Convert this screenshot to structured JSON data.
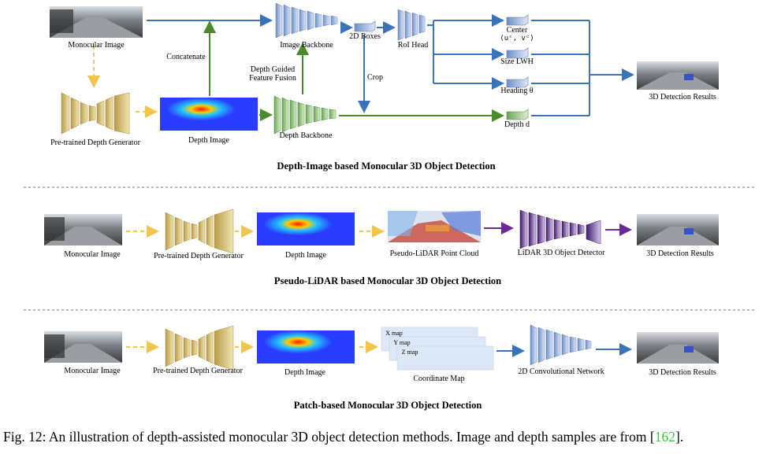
{
  "section1": {
    "title": "Depth-Image based Monocular 3D Object Detection",
    "monocular_image": "Monocular Image",
    "concatenate": "Concatenate",
    "image_backbone": "Image Backbone",
    "boxes_2d": "2D Boxes",
    "roi_head": "RoI Head",
    "crop": "Crop",
    "depth_guided": "Depth Guided",
    "feature_fusion": "Feature Fusion",
    "depth_generator": "Pre-trained Depth Generator",
    "depth_image": "Depth Image",
    "depth_backbone": "Depth Backbone",
    "center": "Center",
    "center_sym": "(u",
    "center_sym_full": "(uᶜ, vᶜ)",
    "size": "Size LWH",
    "heading": "Heading θ",
    "depth_d": "Depth d",
    "results": "3D Detection Results"
  },
  "section2": {
    "title": "Pseudo-LiDAR based Monocular 3D Object Detection",
    "monocular_image": "Monocular Image",
    "depth_generator": "Pre-trained Depth Generator",
    "depth_image": "Depth Image",
    "point_cloud": "Pseudo-LiDAR Point Cloud",
    "lidar_detector": "LiDAR 3D Object Detector",
    "results": "3D Detection Results"
  },
  "section3": {
    "title": "Patch-based Monocular 3D Object Detection",
    "monocular_image": "Monocular Image",
    "depth_generator": "Pre-trained Depth Generator",
    "depth_image": "Depth Image",
    "x_map": "X map",
    "y_map": "Y map",
    "z_map": "Z map",
    "coordinate_map": "Coordinate Map",
    "conv_net": "2D Convolutional Network",
    "results": "3D Detection Results"
  },
  "caption": {
    "text": "Fig. 12: An illustration of depth-assisted monocular 3D object detection methods. Image and depth samples are from [",
    "ref": "162",
    "end": "]."
  },
  "colors": {
    "blue_arrow": "#3a74b8",
    "green_arrow": "#4a8a2a",
    "yellow_dashed": "#f2c64a",
    "purple_arrow": "#6a2a9a",
    "gold_block": "#c7b26a",
    "blue_block": "#8ea8d6",
    "green_block": "#9ec98a",
    "purple_block": "#5a2a8a"
  }
}
